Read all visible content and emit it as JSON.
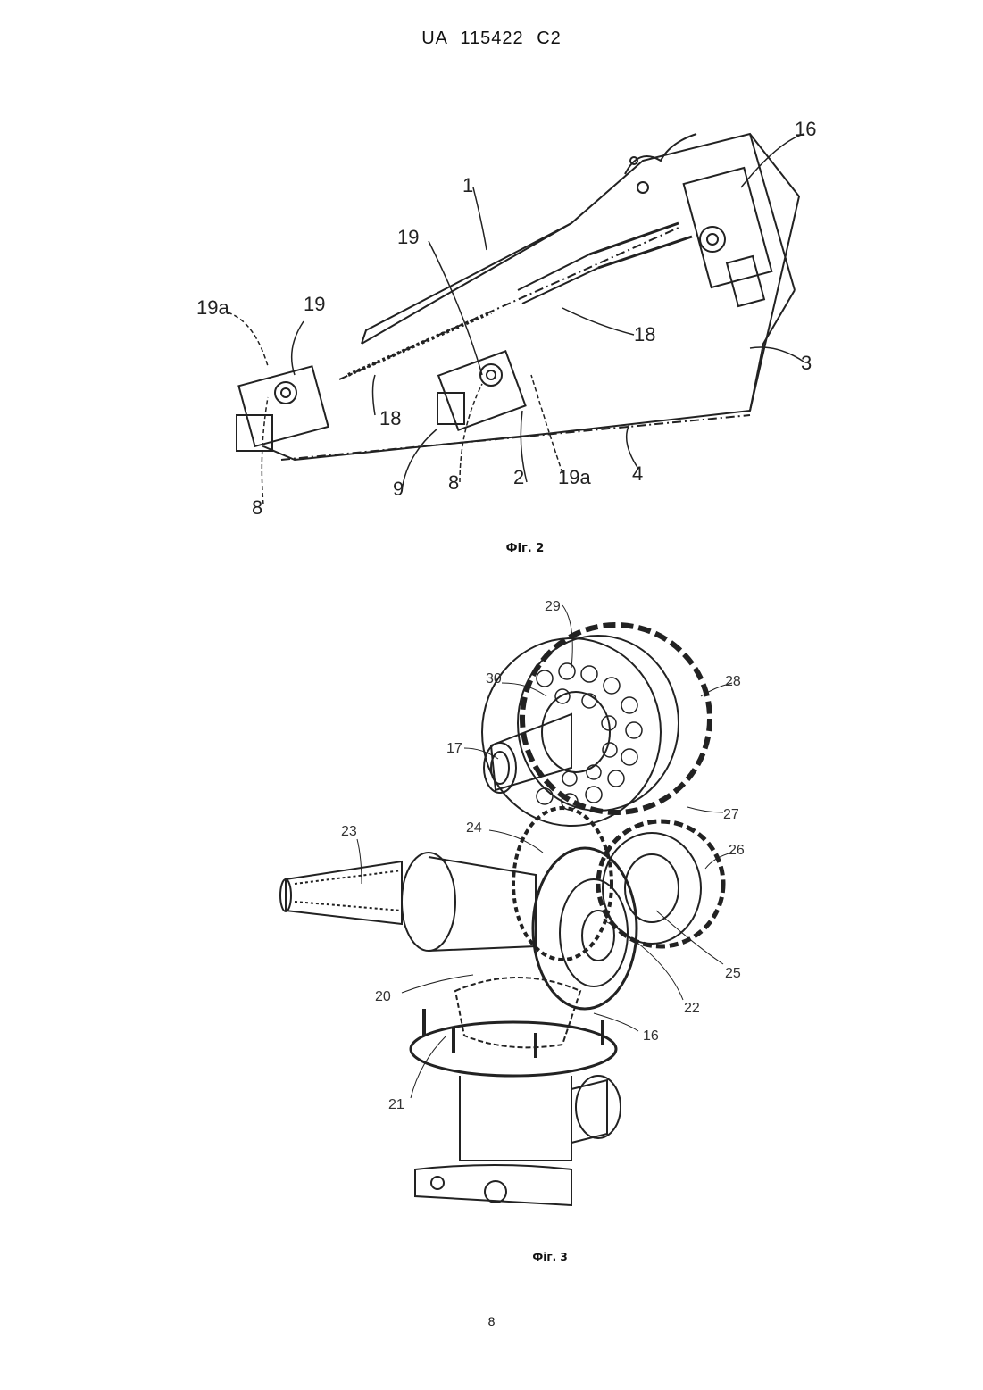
{
  "header": {
    "doc_id": "UA   115422   C2"
  },
  "figure2": {
    "caption": "Фіг. 2",
    "labels": [
      "16",
      "1",
      "19",
      "19a",
      "19",
      "18",
      "3",
      "18",
      "4",
      "9",
      "8",
      "2",
      "19a",
      "8"
    ]
  },
  "figure3": {
    "caption": "Фіг. 3",
    "labels": [
      "29",
      "30",
      "28",
      "17",
      "27",
      "23",
      "24",
      "26",
      "25",
      "20",
      "22",
      "16",
      "21"
    ]
  },
  "footer": {
    "page_number": "8"
  }
}
